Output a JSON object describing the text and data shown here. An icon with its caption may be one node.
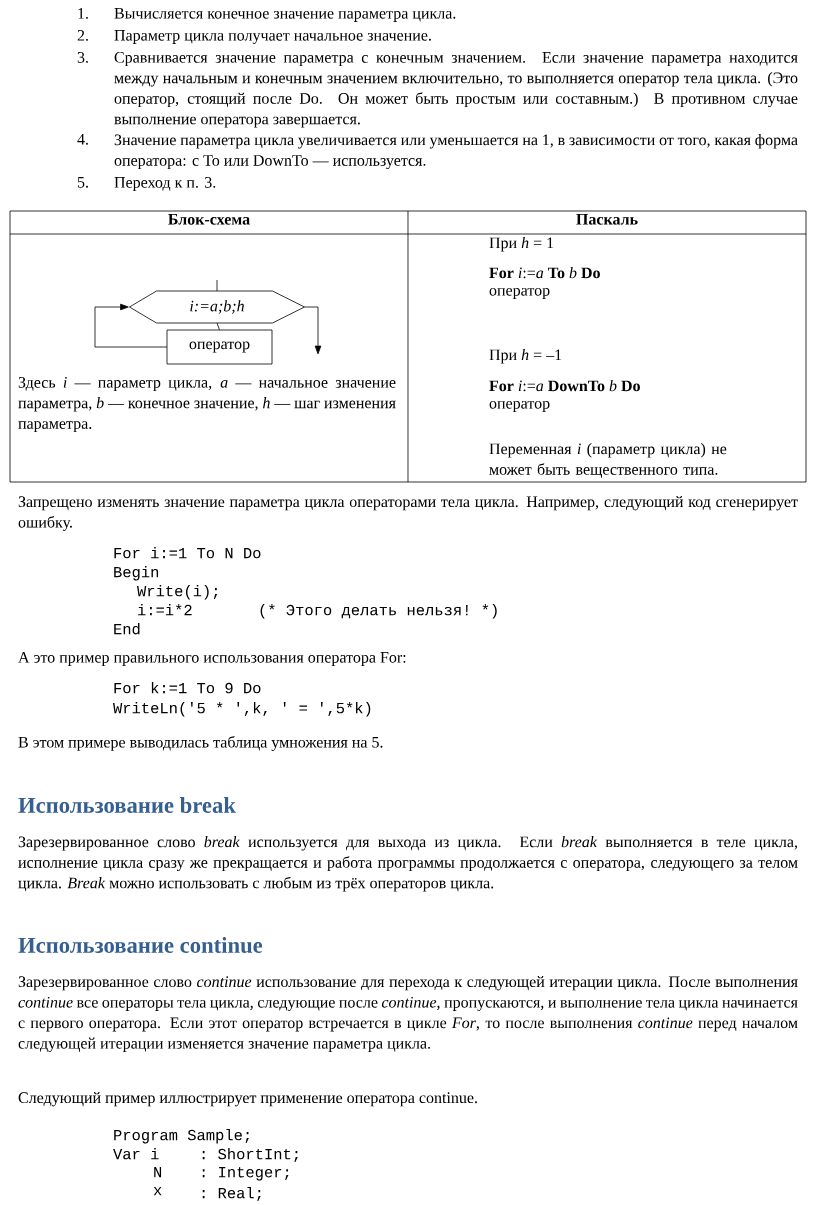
{
  "diagram": {
    "nodes": [
      {
        "text": [
          "i:=a;b;h"
        ]
      },
      {
        "text": [
          "оператор"
        ]
      }
    ],
    "edges": [
      {
        "from": null,
        "to": 0,
        "arrow": "none"
      },
      {
        "from": 0,
        "to": 1,
        "arrow": "none"
      },
      {
        "from": 1,
        "to": 0,
        "arrow": "to"
      },
      {
        "from": 0,
        "to": null,
        "arrow": "to"
      }
    ],
    "labels": [
      "1.",
      "Вычисляется конечное значение параметра цикла.",
      "2.",
      "Параметр цикла получает начальное значение.",
      "3.",
      "Сравнивается значение параметра с конечным значением. Если значение параметра находится между начальным и конечным значением включительно, то выполняется оператор тела цикла. (Это оператор, стоящий после Do. Он может быть простым или составным.) В противном случае выполнение оператора завершается.",
      "4.",
      "Значение параметра цикла увеличивается или уменьшается на 1, в зависимости от того, какая форма оператора: с To или DownTo — используется.",
      "5.",
      "Переход к п. 3.",
      "Блок-схема",
      "Паскаль",
      "Здесь *i* — параметр цикла, *a* — начальное значение параметра, *b* — конечное значение, *h* — шаг изменения параметра.",
      "При *h* = 1",
      "**For** *i*:=*a* **To** *b* **Do**",
      "оператор",
      "При *h* = –1",
      "**For** *i*:=*a* **DownTo** *b* **Do**",
      "оператор",
      "Переменная *i* (параметр цикла) не может быть вещественного типа.",
      "Запрещено изменять значение параметра цикла операторами тела цикла. Например, следующий код сгенерирует ошибку.",
      "For i:=1 To N Do",
      "Begin",
      "Write(i);",
      "i:=i*2",
      "(* Этого делать нельзя! *)",
      "End",
      "А это пример правильного использования оператора For:",
      "For k:=1 To 9 Do",
      "WriteLn('5 * ',k, ' = ',5*k)",
      "В этом примере выводилась таблица умножения на 5.",
      "Использование break",
      "Зарезервированное слово *break* используется для выхода из цикла. Если *break* выполняется в теле цикла, исполнение цикла сразу же прекращается и работа программы продолжается с оператора, следующего за телом цикла. *Break* можно использовать с любым из трёх операторов цикла.",
      "Использование continue",
      "Зарезервированное слово *continue* использование для перехода к следующей итерации цикла. После выполнения *continue* все операторы тела цикла, следующие после *continue*, пропускаются, и выполнение тела цикла начинается с первого оператора. Если этот оператор встречается в цикле *For*, то после выполнения *continue* перед началом следующей итерации изменяется значение параметра цикла.",
      "Следующий пример иллюстрирует применение оператора continue.",
      "Program Sample;",
      "Var i",
      ": ShortInt;",
      "N",
      ": Integer;",
      "x",
      ": Real;"
    ]
  }
}
